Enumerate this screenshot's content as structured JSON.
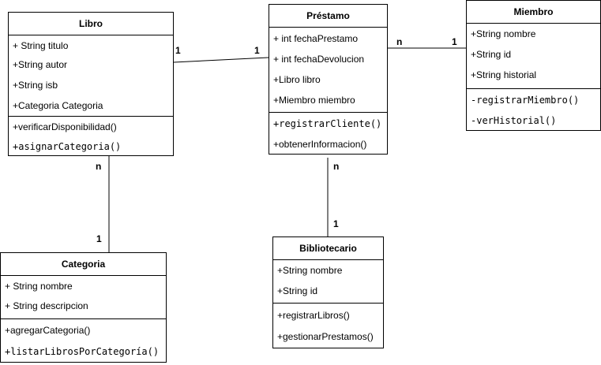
{
  "classes": {
    "libro": {
      "name": "Libro",
      "attributes": [
        "+ String titulo",
        "+String autor",
        "+String isb",
        "+Categoria Categoria"
      ],
      "methods": [
        "+verificarDisponibilidad()",
        "+asignarCategoria()"
      ]
    },
    "prestamo": {
      "name": "Préstamo",
      "attributes": [
        "+ int fechaPrestamo",
        "+ int fechaDevolucion",
        "+Libro libro",
        "+Miembro miembro"
      ],
      "methods": [
        "+registrarCliente()",
        "+obtenerInformacion()"
      ]
    },
    "miembro": {
      "name": "Miembro",
      "attributes": [
        "+String nombre",
        "+String id",
        "+String historial"
      ],
      "methods": [
        "-registrarMiembro()",
        "-verHistorial()"
      ]
    },
    "categoria": {
      "name": "Categoria",
      "attributes": [
        "+ String nombre",
        "+ String descripcion"
      ],
      "methods": [
        "+agregarCategoria()",
        "+listarLibrosPorCategoría()"
      ]
    },
    "bibliotecario": {
      "name": "Bibliotecario",
      "attributes": [
        "+String nombre",
        "+String id"
      ],
      "methods": [
        "+registrarLibros()",
        "+gestionarPrestamos()"
      ]
    }
  },
  "relations": {
    "libro_prestamo": {
      "from_mult": "1",
      "to_mult": "1"
    },
    "prestamo_miembro": {
      "from_mult": "n",
      "to_mult": "1"
    },
    "libro_categoria": {
      "from_mult": "n",
      "to_mult": "1"
    },
    "prestamo_bibliotecario": {
      "from_mult": "n",
      "to_mult": "1"
    }
  }
}
